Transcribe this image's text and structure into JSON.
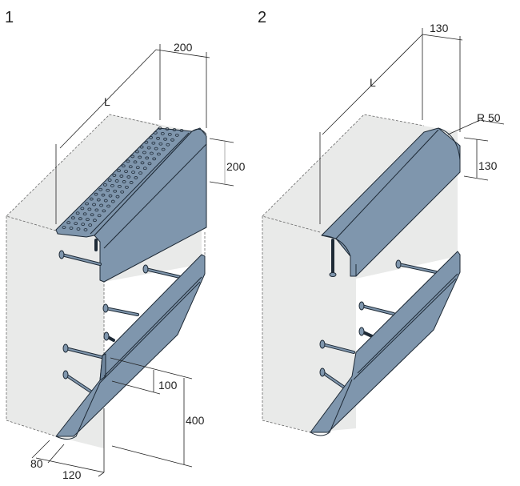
{
  "figures": [
    {
      "number": "1",
      "dims": {
        "top_width": "200",
        "length": "L",
        "height": "200",
        "lower_step": "100",
        "lower_height": "400",
        "base_a": "80",
        "base_b": "120"
      }
    },
    {
      "number": "2",
      "dims": {
        "top_width": "130",
        "length": "L",
        "radius": "R 50",
        "height": "130"
      }
    }
  ],
  "colors": {
    "steel": "#7f96ad",
    "wall": "#e9eae9",
    "outline": "#1e2a36"
  }
}
